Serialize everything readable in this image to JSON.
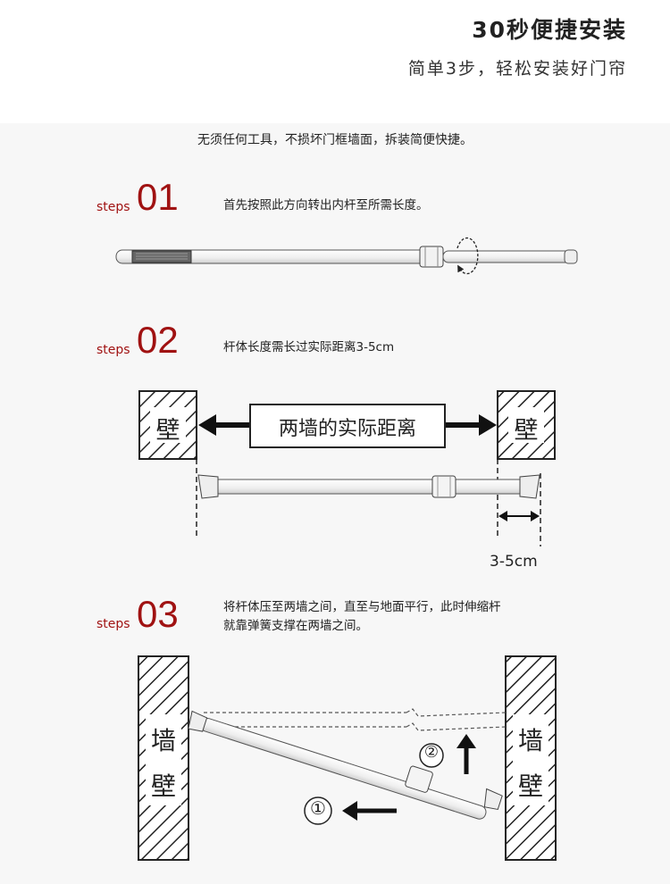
{
  "header": {
    "title": "30秒便捷安装",
    "subtitle": "简单3步，轻松安装好门帘"
  },
  "intro": "无须任何工具，不损坏门框墙面，拆装简便快捷。",
  "steps": [
    {
      "word": "steps",
      "number": "01",
      "desc": "首先按照此方向转出内杆至所需长度。"
    },
    {
      "word": "steps",
      "number": "02",
      "desc": "杆体长度需长过实际距离3-5cm"
    },
    {
      "word": "steps",
      "number": "03",
      "desc_line1": "将杆体压至两墙之间，直至与地面平行，此时伸缩杆",
      "desc_line2": "就靠弹簧支撑在两墙之间。"
    }
  ],
  "diagram2": {
    "wall_label": "壁",
    "distance_label": "两墙的实际距离",
    "extra_label": "3-5cm"
  },
  "diagram3": {
    "wall_char1": "墙",
    "wall_char2": "壁",
    "marker_1": "①",
    "marker_2": "②"
  }
}
